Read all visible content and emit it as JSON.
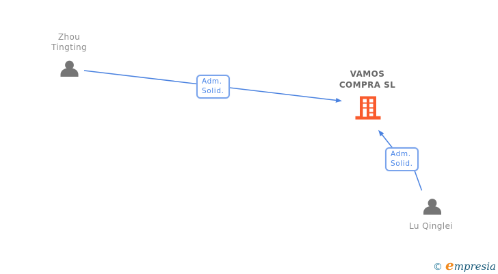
{
  "diagram": {
    "background": "#ffffff",
    "nodes": {
      "person1": {
        "type": "person",
        "label": "Zhou\nTingting"
      },
      "company": {
        "type": "company",
        "label": "VAMOS\nCOMPRA SL"
      },
      "person2": {
        "type": "person",
        "label": "Lu Qinglei"
      }
    },
    "edges": [
      {
        "from": "person1",
        "to": "company",
        "label": "Adm.\nSolid."
      },
      {
        "from": "person2",
        "to": "company",
        "label": "Adm.\nSolid."
      }
    ],
    "colors": {
      "connector": "#4a82e0",
      "edge_label_border": "#7aa4ec",
      "edge_label_text": "#4a86e8",
      "person_icon": "#757575",
      "person_label": "#8c8c8c",
      "company_label": "#666666",
      "building_icon": "#f95b2d"
    }
  },
  "footer": {
    "copyright_symbol": "©",
    "brand_initial": "e",
    "brand_rest": "mpresia",
    "copyright_color": "#2c7f9e",
    "brand_initial_color": "#f18a1f",
    "brand_rest_color": "#1a5b7a"
  }
}
